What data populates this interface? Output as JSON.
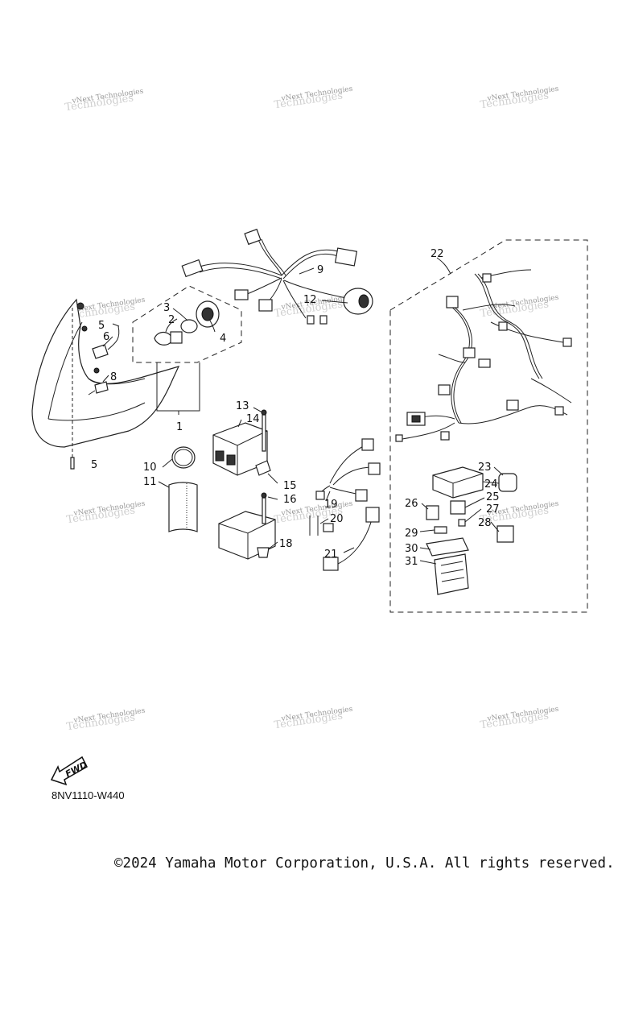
{
  "watermark": "vNext Technologies",
  "diagram_code": "8NV1110-W440",
  "fwd_label": "FWD",
  "copyright": "©2024 Yamaha Motor Corporation, U.S.A. All rights reserved.",
  "callouts": [
    "1",
    "2",
    "3",
    "4",
    "5",
    "6",
    "8",
    "9",
    "10",
    "11",
    "12",
    "13",
    "14",
    "15",
    "16",
    "18",
    "19",
    "20",
    "21",
    "22",
    "23",
    "24",
    "25",
    "26",
    "27",
    "28",
    "29",
    "30",
    "31"
  ]
}
